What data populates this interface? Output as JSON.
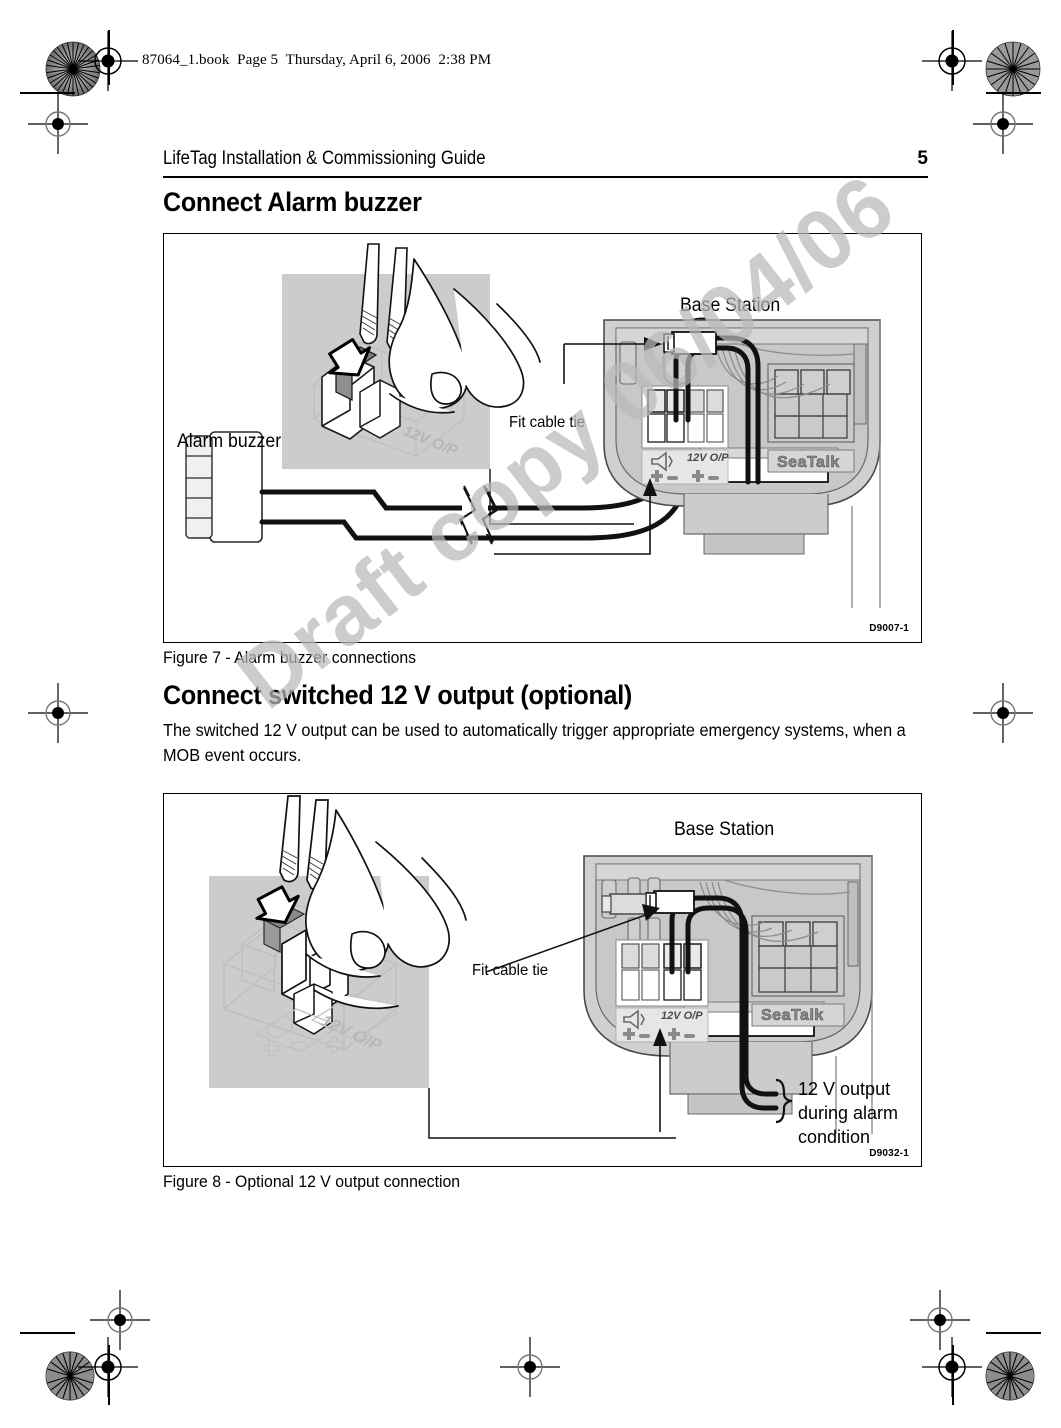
{
  "print_header": {
    "text": "87064_1.book  Page 5  Thursday, April 6, 2006  2:38 PM"
  },
  "running_head": {
    "title": "LifeTag Installation & Commissioning Guide",
    "page_number": "5"
  },
  "sections": [
    {
      "id": "alarm-buzzer",
      "heading": "Connect Alarm buzzer"
    },
    {
      "id": "switched-12v",
      "heading": "Connect switched 12 V output (optional)",
      "body": "The switched 12 V output can be used to automatically trigger appropriate emergency systems, when a MOB event occurs."
    }
  ],
  "figures": [
    {
      "number": "Figure 7",
      "caption": "Figure 7 - Alarm buzzer connections",
      "drawing_id": "D9007-1",
      "labels": {
        "base_station": "Base Station",
        "alarm_buzzer": "Alarm buzzer",
        "fit_cable_tie": "Fit cable tie",
        "seatalk": "SeaTalk",
        "terminal_12v": "12V O/P",
        "inset_terminal_12v": "12V O/P"
      }
    },
    {
      "number": "Figure 8",
      "caption": "Figure 8 - Optional 12 V output connection",
      "drawing_id": "D9032-1",
      "labels": {
        "base_station": "Base Station",
        "fit_cable_tie": "Fit cable tie",
        "seatalk": "SeaTalk",
        "terminal_12v": "12V O/P",
        "inset_terminal_12v": "12V O/P",
        "output_note": "12 V output during alarm condition"
      }
    }
  ],
  "watermark": {
    "text": "Draft copy 06/04/06"
  },
  "colors": {
    "text": "#000000",
    "watermark": "#b9b9b9",
    "figure_border": "#000000",
    "shade_panel": "#cccccc",
    "shade_body": "#c9c9c9",
    "shade_light": "#e2e2e2"
  }
}
